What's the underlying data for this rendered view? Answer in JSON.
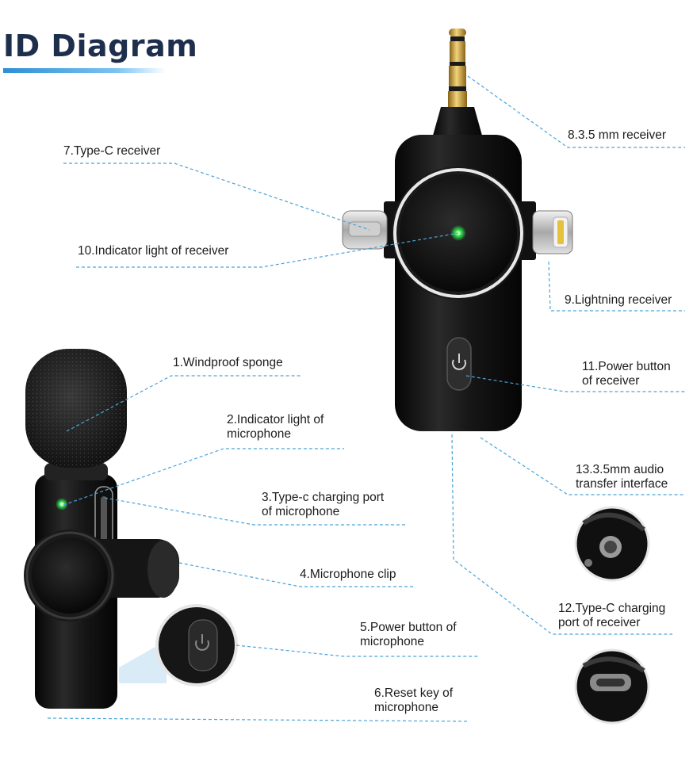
{
  "title": "ID Diagram",
  "labels": {
    "l1": "1.Windproof sponge",
    "l2a": "2.Indicator light of",
    "l2b": "microphone",
    "l3a": "3.Type-c charging port",
    "l3b": "of microphone",
    "l4": "4.Microphone clip",
    "l5a": "5.Power button of",
    "l5b": "microphone",
    "l6a": "6.Reset key of",
    "l6b": "microphone",
    "l7": "7.Type-C receiver",
    "l8": "8.3.5 mm receiver",
    "l9": "9.Lightning receiver",
    "l10": "10.Indicator light of receiver",
    "l11a": "11.Power button",
    "l11b": "of receiver",
    "l12a": "12.Type-C charging",
    "l12b": "port of receiver",
    "l13a": "13.3.5mm audio",
    "l13b": "transfer interface"
  },
  "colors": {
    "title": "#1e2f4d",
    "leader": "#4aa3d8",
    "device_body": "#141414",
    "indicator": "#2ee04a",
    "gold": "#d4a23a",
    "lightning_pins": "#e6c23c"
  }
}
